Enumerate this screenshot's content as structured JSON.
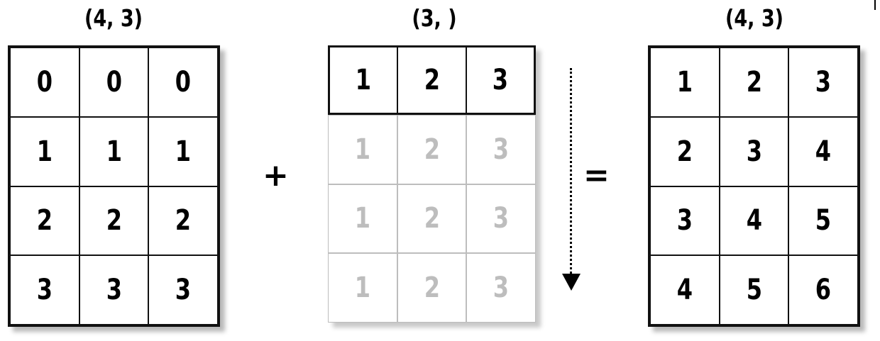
{
  "left": {
    "shape_label": "(4, 3)",
    "rows": [
      [
        "0",
        "0",
        "0"
      ],
      [
        "1",
        "1",
        "1"
      ],
      [
        "2",
        "2",
        "2"
      ],
      [
        "3",
        "3",
        "3"
      ]
    ]
  },
  "middle": {
    "shape_label": "(3,  )",
    "rows": [
      [
        "1",
        "2",
        "3"
      ],
      [
        "1",
        "2",
        "3"
      ],
      [
        "1",
        "2",
        "3"
      ],
      [
        "1",
        "2",
        "3"
      ]
    ],
    "solid_rows": 1
  },
  "right": {
    "shape_label": "(4, 3)",
    "rows": [
      [
        "1",
        "2",
        "3"
      ],
      [
        "2",
        "3",
        "4"
      ],
      [
        "3",
        "4",
        "5"
      ],
      [
        "4",
        "5",
        "6"
      ]
    ]
  },
  "operators": {
    "plus": "+",
    "equals": "="
  },
  "icons": {
    "broadcast_arrow": "dotted-down-arrow-icon"
  }
}
